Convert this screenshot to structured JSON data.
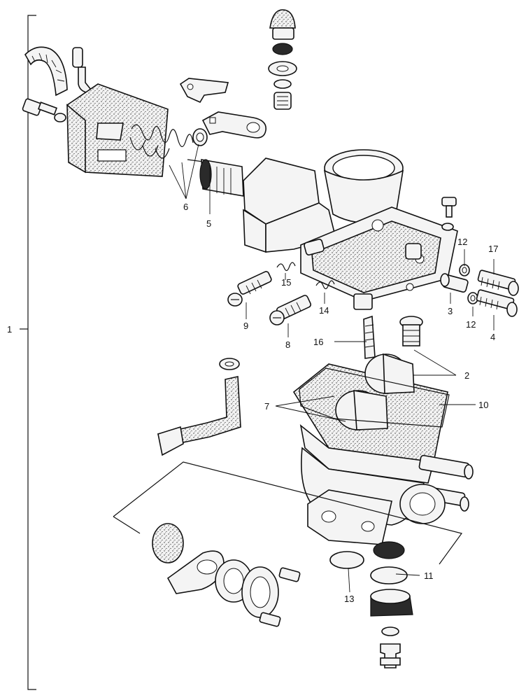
{
  "labels": {
    "l1": "1",
    "l2": "2",
    "l3": "3",
    "l4": "4",
    "l5": "5",
    "l6": "6",
    "l7": "7",
    "l8": "8",
    "l9": "9",
    "l10": "10",
    "l11": "11",
    "l12a": "12",
    "l12b": "12",
    "l13": "13",
    "l14": "14",
    "l15": "15",
    "l16": "16",
    "l17": "17"
  }
}
